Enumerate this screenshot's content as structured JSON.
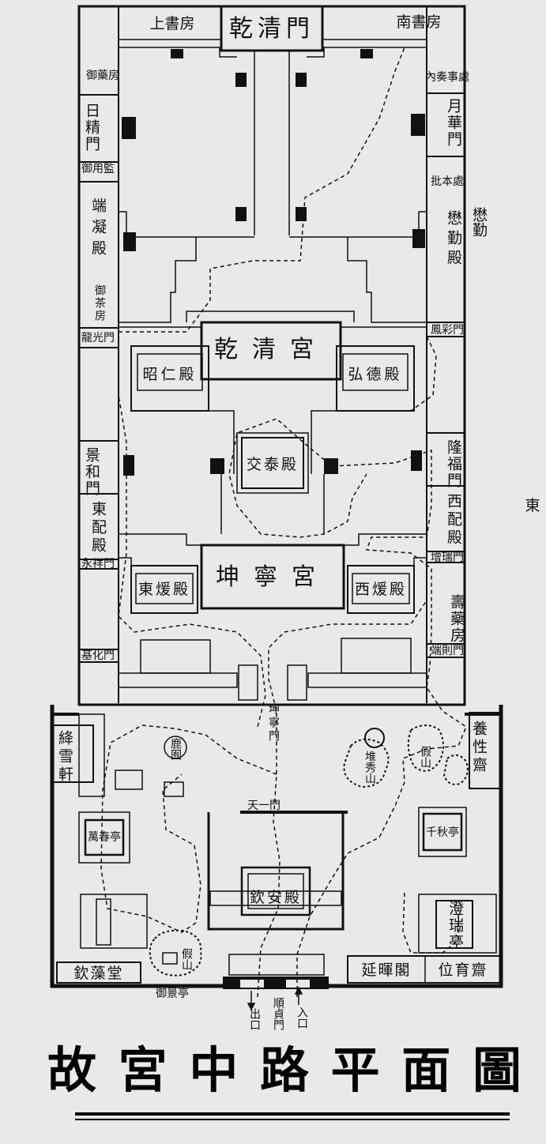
{
  "labels": {
    "qianqing_gate": "乾清門",
    "shangshu_fang": "上書房",
    "nanshu_fang": "南書房",
    "yuyao_fang": "御藥房",
    "neizou_shichu": "內奏事處",
    "rijing_gate": "日精門",
    "yuehua_gate": "月華門",
    "yuyong_jiancang": "御用監",
    "duanning_hall": "端凝殿",
    "maoqin_hall": "懋勤殿",
    "picheng_chu": "批本處",
    "yucha_fang": "御茶房",
    "longguang_gate": "龍光門",
    "fengcai_gate": "鳳彩門",
    "qianqing_palace": "乾清宮",
    "zhaoren_hall": "昭仁殿",
    "hongde_hall": "弘德殿",
    "jiaotai_hall": "交泰殿",
    "jinghe_gate": "景和門",
    "longfu_gate": "隆福門",
    "east_pei_hall": "東配殿",
    "west_pei_hall": "西配殿",
    "yongxiang_gate": "永祥門",
    "zengrui_gate": "增瑞門",
    "kunning_palace": "坤寧宮",
    "east_nuan_hall": "東煖殿",
    "west_nuan_hall": "西煖殿",
    "shoyao_fang": "壽藥房",
    "jihua_gate": "基化門",
    "duanze_gate": "端則門",
    "kunning_gate": "坤寧門",
    "jiangxue_xuan": "絳雪軒",
    "luyuan": "鹿囿",
    "yangxing_zhai": "養性齋",
    "qinzao_tang": "欽藻堂",
    "wanchun_ting": "萬春亭",
    "qianqiu_ting": "千秋亭",
    "tianyi_gate": "天一門",
    "qinan_hall": "欽安殿",
    "chengrui_ting": "澄瑞亭",
    "yanhui_ge": "延暉閣",
    "weiyu_zhai": "位育齋",
    "yujing_ting": "御景亭",
    "duixiu_shan": "堆秀山",
    "jiashan": "假山",
    "shunzhen_gate": "順貞門",
    "exit": "出口",
    "entrance": "入口",
    "east_marker": "東",
    "margin_note": "懋勤"
  },
  "title": {
    "chars": [
      "故",
      "宮",
      "中",
      "路",
      "平",
      "面",
      "圖"
    ]
  }
}
